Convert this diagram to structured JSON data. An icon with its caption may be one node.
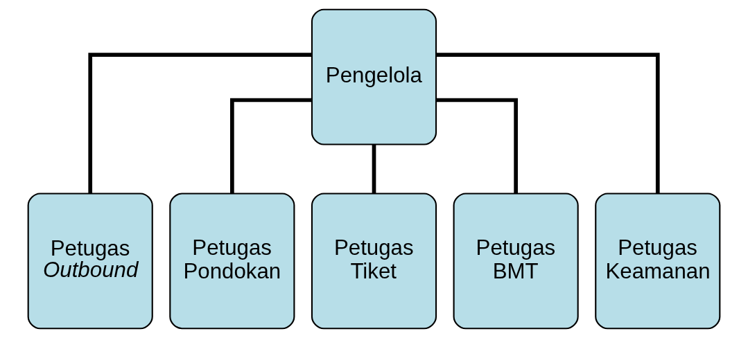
{
  "diagram": {
    "nodes": [
      {
        "text": [
          "Pengelola"
        ]
      },
      {
        "text": [
          "Petugas *Outbound*"
        ]
      },
      {
        "text": [
          "Petugas Pondokan"
        ]
      },
      {
        "text": [
          "Petugas Tiket"
        ]
      },
      {
        "text": [
          "Petugas BMT"
        ]
      },
      {
        "text": [
          "Petugas Keamanan"
        ]
      }
    ],
    "edges": [
      {
        "from": 0,
        "to": 1,
        "arrow": "none"
      },
      {
        "from": 0,
        "to": 2,
        "arrow": "none"
      },
      {
        "from": 0,
        "to": 3,
        "arrow": "none"
      },
      {
        "from": 0,
        "to": 4,
        "arrow": "none"
      },
      {
        "from": 0,
        "to": 5,
        "arrow": "none"
      }
    ]
  }
}
